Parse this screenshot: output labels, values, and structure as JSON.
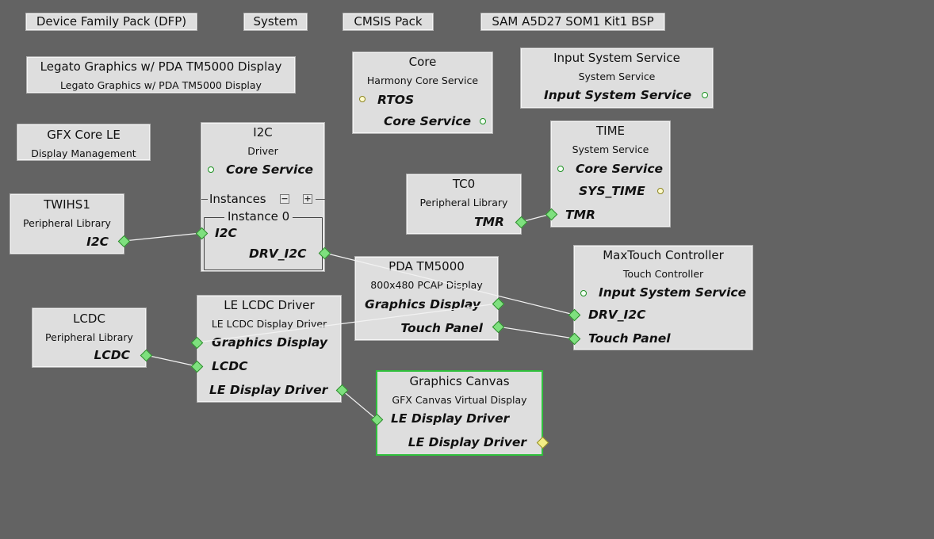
{
  "tags": {
    "dfp": "Device Family Pack (DFP)",
    "system": "System",
    "cmsis": "CMSIS Pack",
    "bsp": "SAM A5D27 SOM1 Kit1 BSP"
  },
  "components": {
    "legato": {
      "title": "Legato Graphics w/ PDA TM5000 Display",
      "subtitle": "Legato Graphics w/ PDA TM5000 Display"
    },
    "gfx_core": {
      "title": "GFX Core LE",
      "subtitle": "Display Management"
    },
    "core": {
      "title": "Core",
      "subtitle": "Harmony Core Service",
      "ports": [
        "RTOS",
        "Core Service"
      ]
    },
    "input_sys": {
      "title": "Input System Service",
      "subtitle": "System Service",
      "ports": [
        "Input System Service"
      ]
    },
    "i2c": {
      "title": "I2C",
      "subtitle": "Driver",
      "ports": [
        "Core Service"
      ],
      "instances_label": "Instances",
      "instance0_label": "Instance 0",
      "instance_ports": [
        "I2C",
        "DRV_I2C"
      ],
      "remove_btn": "−",
      "add_btn": "+"
    },
    "time": {
      "title": "TIME",
      "subtitle": "System Service",
      "ports": [
        "Core Service",
        "SYS_TIME",
        "TMR"
      ]
    },
    "tc0": {
      "title": "TC0",
      "subtitle": "Peripheral Library",
      "ports": [
        "TMR"
      ]
    },
    "twihs1": {
      "title": "TWIHS1",
      "subtitle": "Peripheral Library",
      "ports": [
        "I2C"
      ]
    },
    "pda": {
      "title": "PDA TM5000",
      "subtitle": "800x480 PCAP Display",
      "ports": [
        "Graphics Display",
        "Touch Panel"
      ]
    },
    "maxtouch": {
      "title": "MaxTouch Controller",
      "subtitle": "Touch Controller",
      "ports": [
        "Input System Service",
        "DRV_I2C",
        "Touch Panel"
      ]
    },
    "lcdc": {
      "title": "LCDC",
      "subtitle": "Peripheral Library",
      "ports": [
        "LCDC"
      ]
    },
    "le_lcdc": {
      "title": "LE LCDC Driver",
      "subtitle": "LE LCDC Display Driver",
      "ports": [
        "Graphics Display",
        "LCDC",
        "LE Display Driver"
      ]
    },
    "canvas": {
      "title": "Graphics Canvas",
      "subtitle": "GFX Canvas Virtual Display",
      "ports": [
        "LE Display Driver",
        "LE Display Driver"
      ]
    }
  },
  "colors": {
    "background": "#636363",
    "node": "#dedede",
    "selected_border": "#2fbf3c",
    "connected_port": "#7ee07e",
    "capability_port": "#f3ef86"
  }
}
